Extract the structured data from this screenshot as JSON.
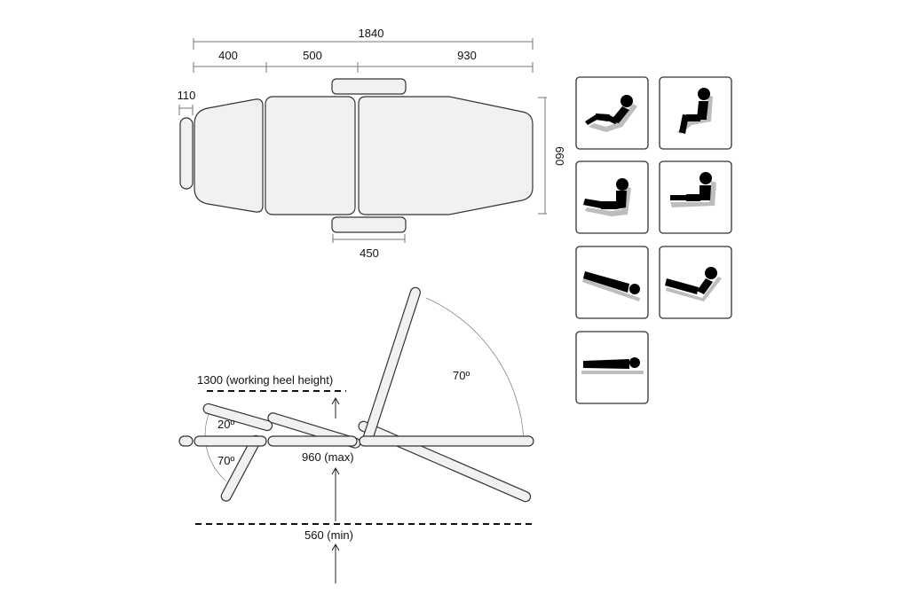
{
  "top_view": {
    "dim_total": "1840",
    "dim_back": "400",
    "dim_seat": "500",
    "dim_leg": "930",
    "dim_head": "110",
    "dim_width": "660",
    "dim_armrest": "450"
  },
  "side_view": {
    "label_heel_height": "1300 (working heel height)",
    "label_max": "960 (max)",
    "label_min": "560 (min)",
    "angle_upper": "70º",
    "angle_head_up": "20º",
    "angle_head_down": "70º"
  },
  "position_icons": [
    "semi-reclined-icon",
    "upright-sitting-icon",
    "sitting-legs-down-icon",
    "sitting-legs-flat-icon",
    "trendelenburg-icon",
    "reverse-trendelenburg-icon",
    "flat-lying-icon"
  ]
}
